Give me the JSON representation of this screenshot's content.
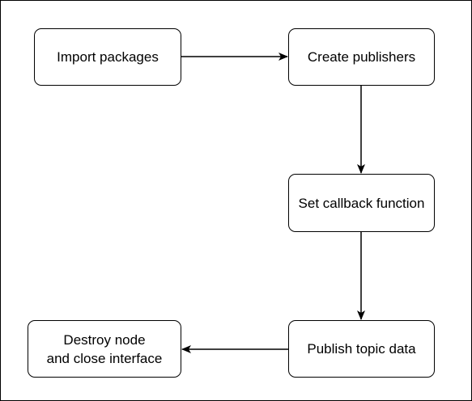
{
  "nodes": {
    "import_packages": "Import packages",
    "create_publishers": "Create publishers",
    "set_callback": "Set callback function",
    "publish_topic": "Publish topic data",
    "destroy_node": "Destroy node\nand close interface"
  },
  "edges": [
    {
      "from": "import_packages",
      "to": "create_publishers"
    },
    {
      "from": "create_publishers",
      "to": "set_callback"
    },
    {
      "from": "set_callback",
      "to": "publish_topic"
    },
    {
      "from": "publish_topic",
      "to": "destroy_node"
    }
  ]
}
